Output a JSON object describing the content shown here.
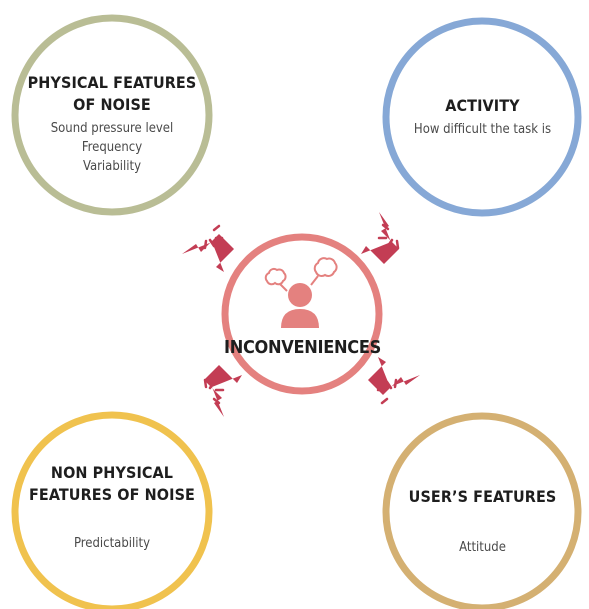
{
  "colors": {
    "physical": "#b9bd95",
    "activity": "#86a8d6",
    "non_physical": "#f0c24e",
    "users": "#d4b072",
    "center": "#e4817f",
    "arrow": "#c33d54",
    "person": "#e4817f"
  },
  "nodes": {
    "physical": {
      "title_lines": [
        "PHYSICAL FEATURES",
        "OF NOISE"
      ],
      "sub_lines": [
        "Sound pressure level",
        "Frequency",
        "Variability"
      ]
    },
    "activity": {
      "title_lines": [
        "ACTIVITY"
      ],
      "sub_lines": [
        "How difficult the task is"
      ]
    },
    "non_physical": {
      "title_lines": [
        "NON PHYSICAL",
        "FEATURES OF NOISE"
      ],
      "sub_lines": [
        "Predictability"
      ]
    },
    "users": {
      "title_lines": [
        "USER’S FEATURES"
      ],
      "sub_lines": [
        "Attitude"
      ]
    },
    "center": {
      "title": "INCONVENIENCES",
      "icon": "frustrated-person-icon"
    }
  },
  "arrow_icon": "cursor-click-arrow-icon"
}
